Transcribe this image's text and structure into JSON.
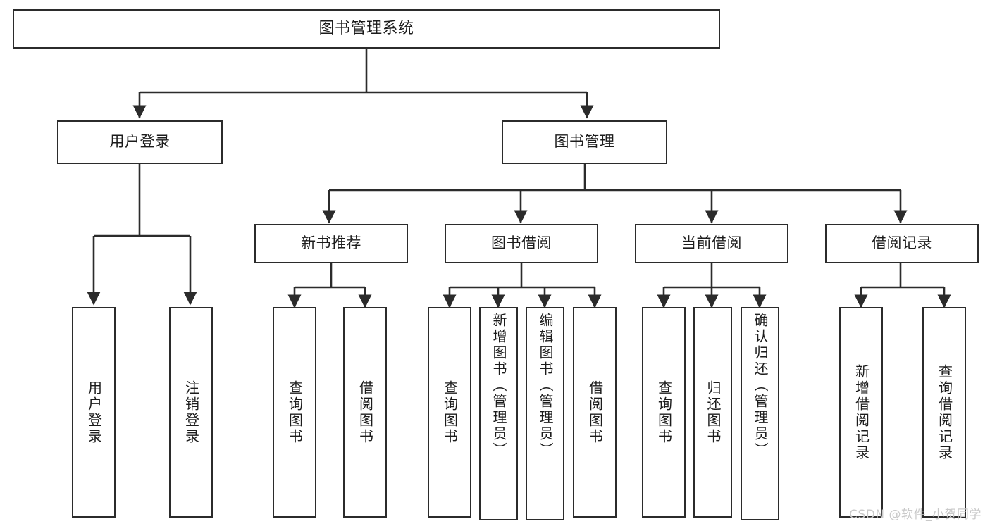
{
  "diagram": {
    "type": "tree",
    "title": "图书管理系统",
    "root": {
      "id": "root",
      "label": "图书管理系统"
    },
    "level1": [
      {
        "id": "user-login",
        "label": "用户登录"
      },
      {
        "id": "book-manage",
        "label": "图书管理"
      }
    ],
    "level2": [
      {
        "id": "new-book-rec",
        "label": "新书推荐",
        "parent": "book-manage"
      },
      {
        "id": "book-borrow",
        "label": "图书借阅",
        "parent": "book-manage"
      },
      {
        "id": "current-borrow",
        "label": "当前借阅",
        "parent": "book-manage"
      },
      {
        "id": "borrow-record",
        "label": "借阅记录",
        "parent": "book-manage"
      }
    ],
    "leaves": [
      {
        "id": "leaf-user-login",
        "label": "用户登录",
        "parent": "user-login"
      },
      {
        "id": "leaf-logout-login",
        "label": "注销登录",
        "parent": "user-login"
      },
      {
        "id": "leaf-query-book-1",
        "label": "查询图书",
        "parent": "new-book-rec"
      },
      {
        "id": "leaf-borrow-book-1",
        "label": "借阅图书",
        "parent": "new-book-rec"
      },
      {
        "id": "leaf-query-book-2",
        "label": "查询图书",
        "parent": "book-borrow"
      },
      {
        "id": "leaf-add-book",
        "label": "新增图书（管理员）",
        "parent": "book-borrow"
      },
      {
        "id": "leaf-edit-book",
        "label": "编辑图书（管理员）",
        "parent": "book-borrow"
      },
      {
        "id": "leaf-borrow-book-2",
        "label": "借阅图书",
        "parent": "book-borrow"
      },
      {
        "id": "leaf-query-book-3",
        "label": "查询图书",
        "parent": "current-borrow"
      },
      {
        "id": "leaf-return-book",
        "label": "归还图书",
        "parent": "current-borrow"
      },
      {
        "id": "leaf-confirm-return",
        "label": "确认归还（管理员）",
        "parent": "current-borrow"
      },
      {
        "id": "leaf-add-record",
        "label": "新增借阅记录",
        "parent": "borrow-record"
      },
      {
        "id": "leaf-query-record",
        "label": "查询借阅记录",
        "parent": "borrow-record"
      }
    ],
    "colors": {
      "stroke": "#2b2b2b",
      "fill": "#ffffff",
      "text": "#1c1c1c",
      "watermark": "#c9c9c9"
    }
  },
  "watermark": {
    "text": "CSDN @软件_小贺同学"
  }
}
